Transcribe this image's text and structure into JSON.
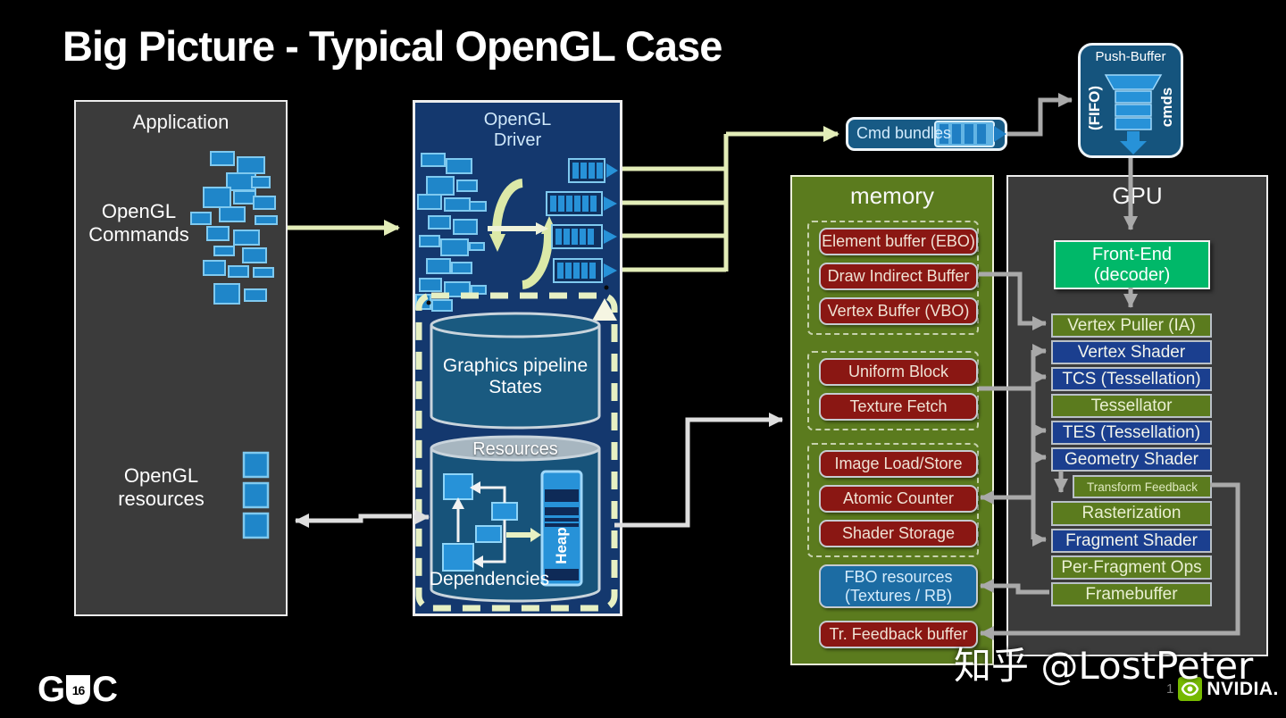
{
  "title": "Big Picture - Typical OpenGL Case",
  "application": {
    "title": "Application",
    "commands_label": "OpenGL\nCommands",
    "resources_label": "OpenGL\nresources"
  },
  "driver": {
    "title": "OpenGL\nDriver",
    "states_label": "Graphics pipeline\nStates",
    "resources_label": "Resources",
    "dependencies_label": "Dependencies",
    "heap_label": "Heap"
  },
  "cmd_bundles": {
    "label": "Cmd bundles"
  },
  "push_buffer": {
    "title": "Push-Buffer",
    "fifo_label": "(FIFO)",
    "cmds_label": "cmds"
  },
  "memory": {
    "title": "memory",
    "groups": [
      {
        "items": [
          "Element buffer (EBO)",
          "Draw Indirect Buffer",
          "Vertex Buffer (VBO)"
        ]
      },
      {
        "items": [
          "Uniform Block",
          "Texture Fetch"
        ]
      },
      {
        "items": [
          "Image Load/Store",
          "Atomic Counter",
          "Shader Storage"
        ]
      }
    ],
    "fbo_label": "FBO resources\n(Textures / RB)",
    "feedback_label": "Tr. Feedback buffer"
  },
  "gpu": {
    "title": "GPU",
    "front_end_label": "Front-End\n(decoder)",
    "stages": [
      {
        "label": "Vertex Puller (IA)",
        "type": "green"
      },
      {
        "label": "Vertex Shader",
        "type": "blue"
      },
      {
        "label": "TCS (Tessellation)",
        "type": "blue"
      },
      {
        "label": "Tessellator",
        "type": "green"
      },
      {
        "label": "TES (Tessellation)",
        "type": "blue"
      },
      {
        "label": "Geometry Shader",
        "type": "blue"
      },
      {
        "label": "Transform Feedback",
        "type": "green-small"
      },
      {
        "label": "Rasterization",
        "type": "green"
      },
      {
        "label": "Fragment Shader",
        "type": "blue"
      },
      {
        "label": "Per-Fragment Ops",
        "type": "green"
      },
      {
        "label": "Framebuffer",
        "type": "green"
      }
    ]
  },
  "watermark": "知乎 @LostPeter",
  "footer": {
    "gdc_label_g": "G",
    "gdc_year": "16",
    "gdc_label_c": "C",
    "page_number": "1",
    "nvidia_label": "NVIDIA."
  },
  "colors": {
    "background": "#000000",
    "driver_blue": "#14386e",
    "memory_green": "#5b7b1e",
    "buffer_red": "#8a1713",
    "fbo_blue": "#1c6ca3",
    "front_end_green": "#00b869",
    "stage_olive": "#5b7b1e",
    "stage_blue": "#1b3f8f",
    "command_blue": "#1f86c9",
    "command_blue_light": "#7fc9ef",
    "pale_line": "#e3edb8",
    "gray_line": "#a9a9a9",
    "nvidia_green": "#76b900"
  }
}
